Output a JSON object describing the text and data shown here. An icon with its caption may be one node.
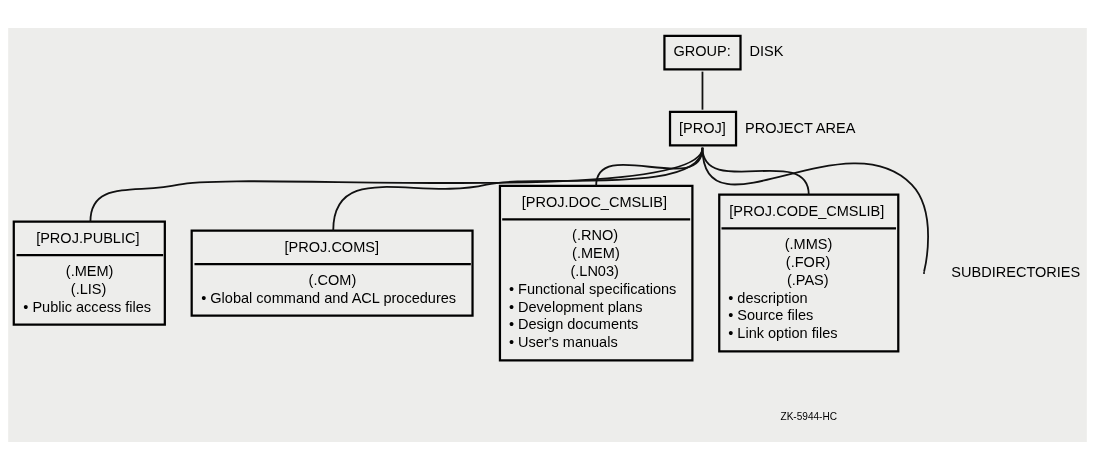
{
  "diagram": {
    "nodes": [
      {
        "text": [
          "GROUP:"
        ],
        "beside": [
          "DISK"
        ]
      },
      {
        "text": [
          "[PROJ]"
        ],
        "beside": [
          "PROJECT AREA"
        ]
      },
      {
        "text": [
          "[PROJ.PUBLIC]",
          "(.MEM)",
          "(.LIS)",
          "• Public access files"
        ]
      },
      {
        "text": [
          "[PROJ.COMS]",
          "(.COM)",
          "• Global command and ACL procedures"
        ]
      },
      {
        "text": [
          "[PROJ.DOC_CMSLIB]",
          "(.RNO)",
          "(.MEM)",
          "(.LN03)",
          "• Functional specifications",
          "• Development plans",
          "• Design documents",
          "• User's manuals"
        ]
      },
      {
        "text": [
          "[PROJ.CODE_CMSLIB]",
          "(.MMS)",
          "(.FOR)",
          "(.PAS)",
          "• description",
          "• Source files",
          "• Link option files"
        ]
      }
    ],
    "edges": [
      {
        "from": 0,
        "to": 1,
        "arrow": "none"
      },
      {
        "from": 1,
        "to": 2,
        "arrow": "none"
      },
      {
        "from": 1,
        "to": 3,
        "arrow": "none"
      },
      {
        "from": 1,
        "to": 4,
        "arrow": "none"
      },
      {
        "from": 1,
        "to": 5,
        "arrow": "none"
      },
      {
        "from": 1,
        "to": null,
        "arrow": "none"
      }
    ],
    "labels": [
      "SUBDIRECTORIES",
      "ZK-5944-HC"
    ]
  }
}
